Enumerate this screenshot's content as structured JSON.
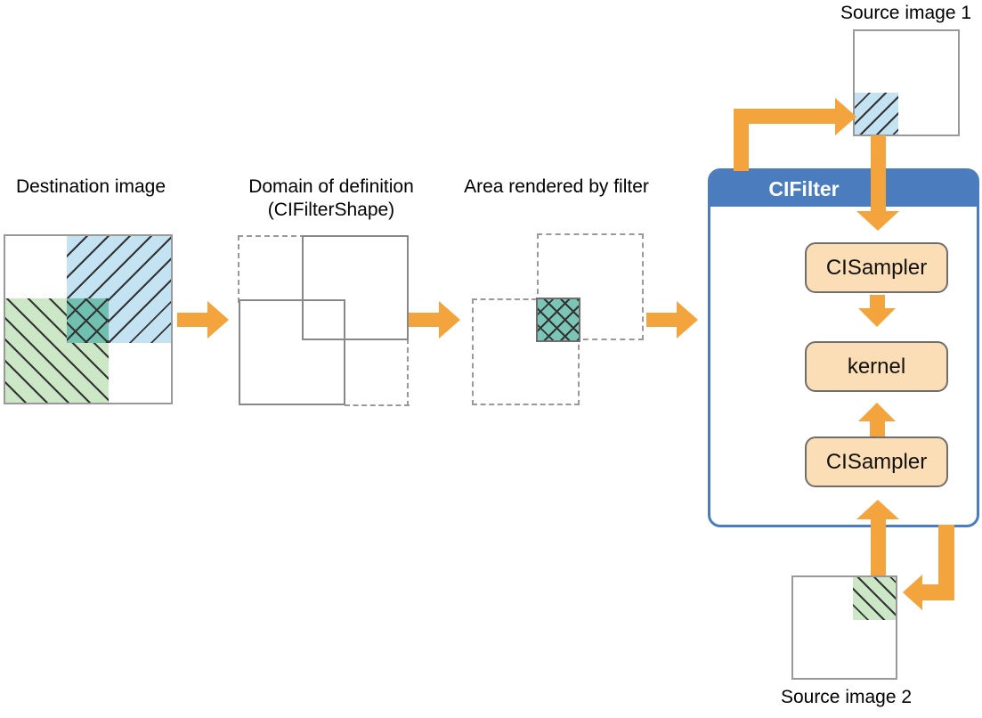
{
  "labels": {
    "destination": "Destination image",
    "domain_line1": "Domain of definition",
    "domain_line2": "(CIFilterShape)",
    "area": "Area rendered by filter",
    "source1": "Source image 1",
    "source2": "Source image 2",
    "filter": "CIFilter",
    "sampler_top": "CISampler",
    "kernel": "kernel",
    "sampler_bottom": "CISampler"
  },
  "colors": {
    "arrow_orange": "#F4A43C",
    "filter_blue": "#4A7CBE",
    "node_fill": "#FCDEB6",
    "node_border": "#6E6E6E",
    "source_blue": "#C3E2F2",
    "source_green": "#CBE7C5",
    "overlap_teal": "#70BFAF",
    "rendered_teal": "#7AC5B5",
    "square_border": "#999999",
    "hatch_line": "#333333"
  }
}
